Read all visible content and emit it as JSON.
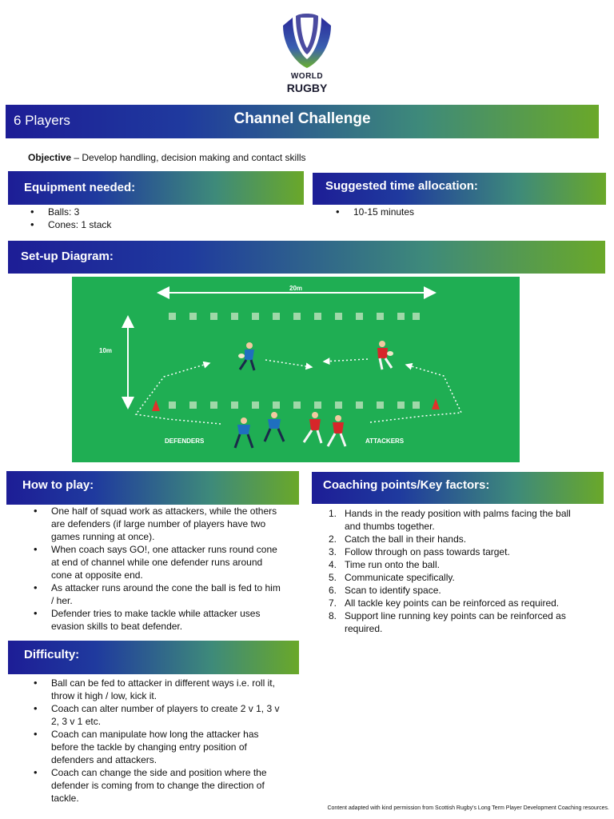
{
  "logo": {
    "word1": "WORLD",
    "word2": "RUGBY"
  },
  "header": {
    "players": "6 Players",
    "title": "Channel Challenge"
  },
  "objective": {
    "label": "Objective",
    "text": " – Develop handling, decision making and contact skills"
  },
  "equipment": {
    "heading": "Equipment needed:",
    "items": [
      "Balls: 3",
      "Cones: 1 stack"
    ]
  },
  "time": {
    "heading": "Suggested time allocation:",
    "items": [
      "10-15 minutes"
    ]
  },
  "setup": {
    "heading": "Set-up Diagram:",
    "width_label": "20m",
    "depth_label": "10m",
    "defenders_label": "DEFENDERS",
    "attackers_label": "ATTACKERS"
  },
  "how_to_play": {
    "heading": "How to play:",
    "items": [
      "One half of squad work as attackers, while the others are defenders (if large number of players have two games running at once).",
      "When coach says GO!, one attacker runs round cone at end of channel while one defender runs around cone at opposite end.",
      "As attacker runs around the cone the ball is fed to him / her.",
      "Defender tries to make tackle while attacker uses evasion skills to beat defender."
    ]
  },
  "coaching_points": {
    "heading": "Coaching points/Key factors:",
    "items": [
      "Hands in the ready position with palms facing the ball and thumbs together.",
      "Catch the ball in their hands.",
      "Follow through on pass towards target.",
      "Time run onto the ball.",
      "Communicate specifically.",
      "Scan to identify space.",
      "All tackle key points can be reinforced as required.",
      "Support line running key points can be reinforced as required."
    ]
  },
  "difficulty": {
    "heading": "Difficulty:",
    "items": [
      "Ball can be fed to attacker in different ways i.e. roll it, throw it high / low, kick it.",
      "Coach can alter number of players to create 2 v 1, 3 v 2, 3 v 1 etc.",
      "Coach can manipulate how long the attacker has before the tackle by changing entry position of defenders and attackers.",
      "Coach can change the side and position where the defender is coming from to change the direction of tackle."
    ]
  },
  "footer": "Content adapted with kind permission from Scottish Rugby's Long Term Player Development Coaching resources.",
  "colors": {
    "bar_start": "#1d1d96",
    "bar_end": "#6aa829",
    "pitch": "#1fae53",
    "defender": "#1f6fbf",
    "attacker": "#d6262a",
    "cone": "#e0322b"
  }
}
